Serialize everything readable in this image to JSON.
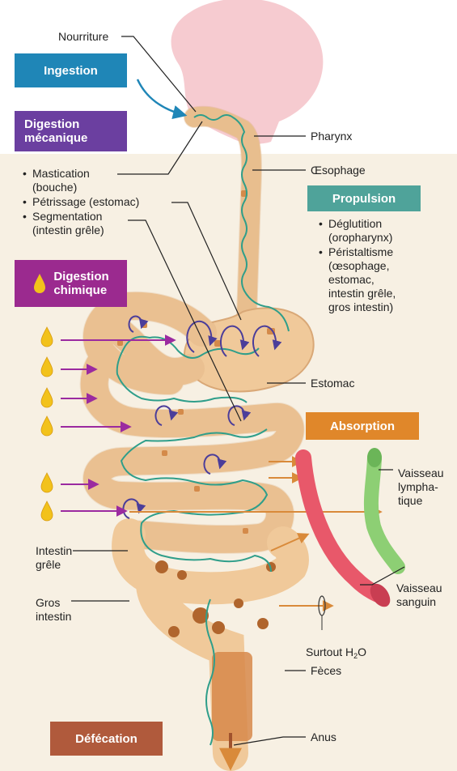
{
  "colors": {
    "ingestion": "#1f86b7",
    "digestion_mecanique": "#6b3fa0",
    "digestion_chimique": "#9b2a8f",
    "propulsion": "#4fa39a",
    "absorption": "#e0872a",
    "defecation": "#b05a3c",
    "tube": "#f0c99a",
    "mucosa": "#2f9e8a",
    "arrows_purple": "#9b2aa0",
    "arrows_orange": "#d98a3a",
    "blood_vessel": "#e8586a",
    "lymph_vessel": "#8dcf74",
    "head": "#f4c2c8"
  },
  "icons": {
    "drop": "enzyme-drop-icon",
    "mixing": "mixing-arrow-icon"
  },
  "sections": {
    "ingestion": "Ingestion",
    "digestion_mecanique": "Digestion\nmécanique",
    "digestion_chimique": "Digestion\nchimique",
    "propulsion": "Propulsion",
    "absorption": "Absorption",
    "defecation": "Défécation"
  },
  "mecanique_items": [
    "Mastication\n(bouche)",
    "Pétrissage (estomac)",
    "Segmentation\n(intestin grêle)"
  ],
  "propulsion_items": [
    "Déglutition\n(oropharynx)",
    "Péristaltisme\n(œsophage,\nestomac,\nintestin grêle,\ngros intestin)"
  ],
  "labels": {
    "nourriture": "Nourriture",
    "pharynx": "Pharynx",
    "oesophage": "Œsophage",
    "estomac": "Estomac",
    "vaisseau_lymphatique": "Vaisseau\nlympha-\ntique",
    "intestin_grele": "Intestin\ngrêle",
    "gros_intestin": "Gros\nintestin",
    "vaisseau_sanguin": "Vaisseau\nsanguin",
    "surtout_prefix": "Surtout H",
    "surtout_sub": "2",
    "surtout_suffix": "O",
    "feces": "Fèces",
    "anus": "Anus"
  }
}
